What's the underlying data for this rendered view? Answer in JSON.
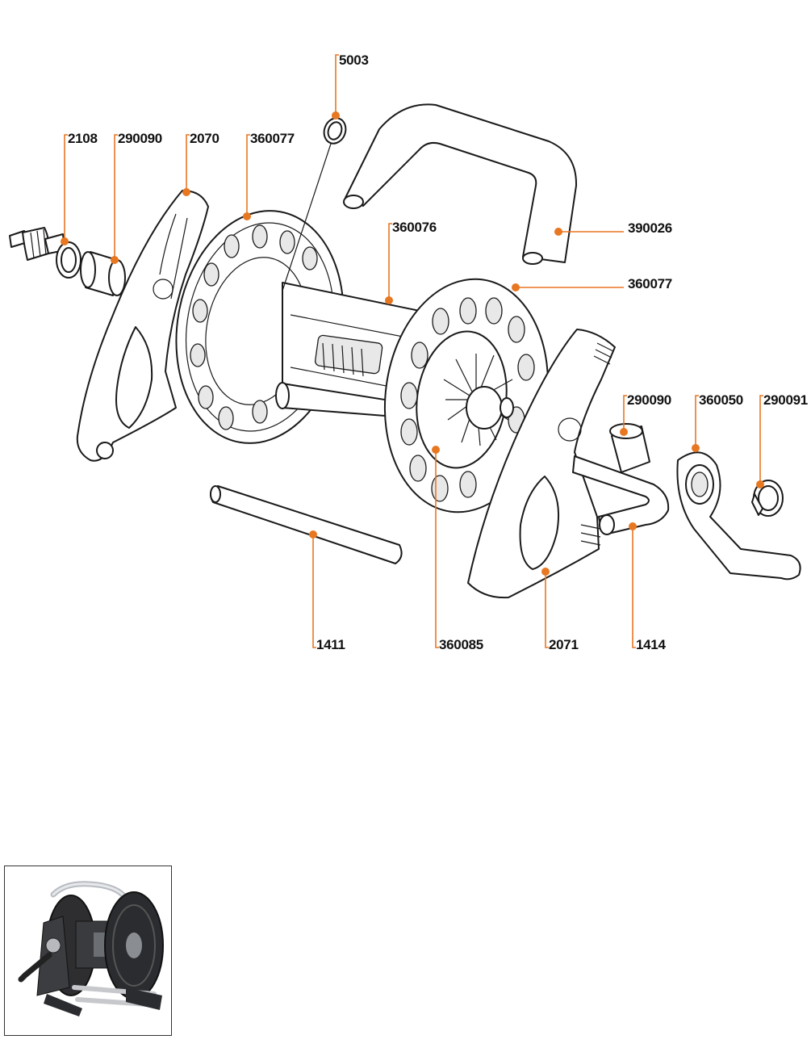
{
  "accent_color": "#e87722",
  "callouts": [
    {
      "id": "c-5003",
      "label": "5003"
    },
    {
      "id": "c-2108",
      "label": "2108"
    },
    {
      "id": "c-290090-left",
      "label": "290090"
    },
    {
      "id": "c-2070",
      "label": "2070"
    },
    {
      "id": "c-360077-left",
      "label": "360077"
    },
    {
      "id": "c-360076",
      "label": "360076"
    },
    {
      "id": "c-390026",
      "label": "390026"
    },
    {
      "id": "c-360077-right",
      "label": "360077"
    },
    {
      "id": "c-290090-right",
      "label": "290090"
    },
    {
      "id": "c-360050",
      "label": "360050"
    },
    {
      "id": "c-290091",
      "label": "290091"
    },
    {
      "id": "c-1411",
      "label": "1411"
    },
    {
      "id": "c-360085",
      "label": "360085"
    },
    {
      "id": "c-2071",
      "label": "2071"
    },
    {
      "id": "c-1414",
      "label": "1414"
    }
  ],
  "thumbnail": {
    "icon": "hose-reel-product-photo"
  }
}
